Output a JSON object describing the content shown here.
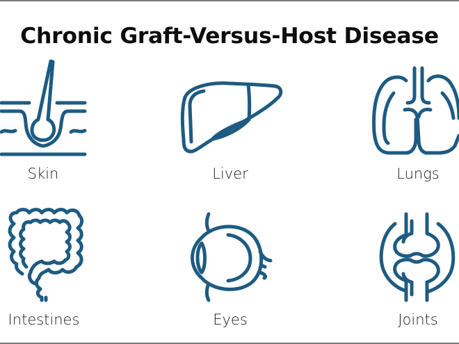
{
  "title": "Chronic Graft-Versus-Host Disease",
  "colors": {
    "icon": "#1e5b82",
    "text": "#0d0d0d",
    "frame": "#7a7a7a",
    "background": "#ffffff"
  },
  "organs": [
    {
      "label": "Skin",
      "icon": "skin-hair-follicle-icon"
    },
    {
      "label": "Liver",
      "icon": "liver-icon"
    },
    {
      "label": "Lungs",
      "icon": "lungs-icon"
    },
    {
      "label": "Intestines",
      "icon": "intestines-icon"
    },
    {
      "label": "Eyes",
      "icon": "eye-icon"
    },
    {
      "label": "Joints",
      "icon": "joint-icon"
    }
  ]
}
